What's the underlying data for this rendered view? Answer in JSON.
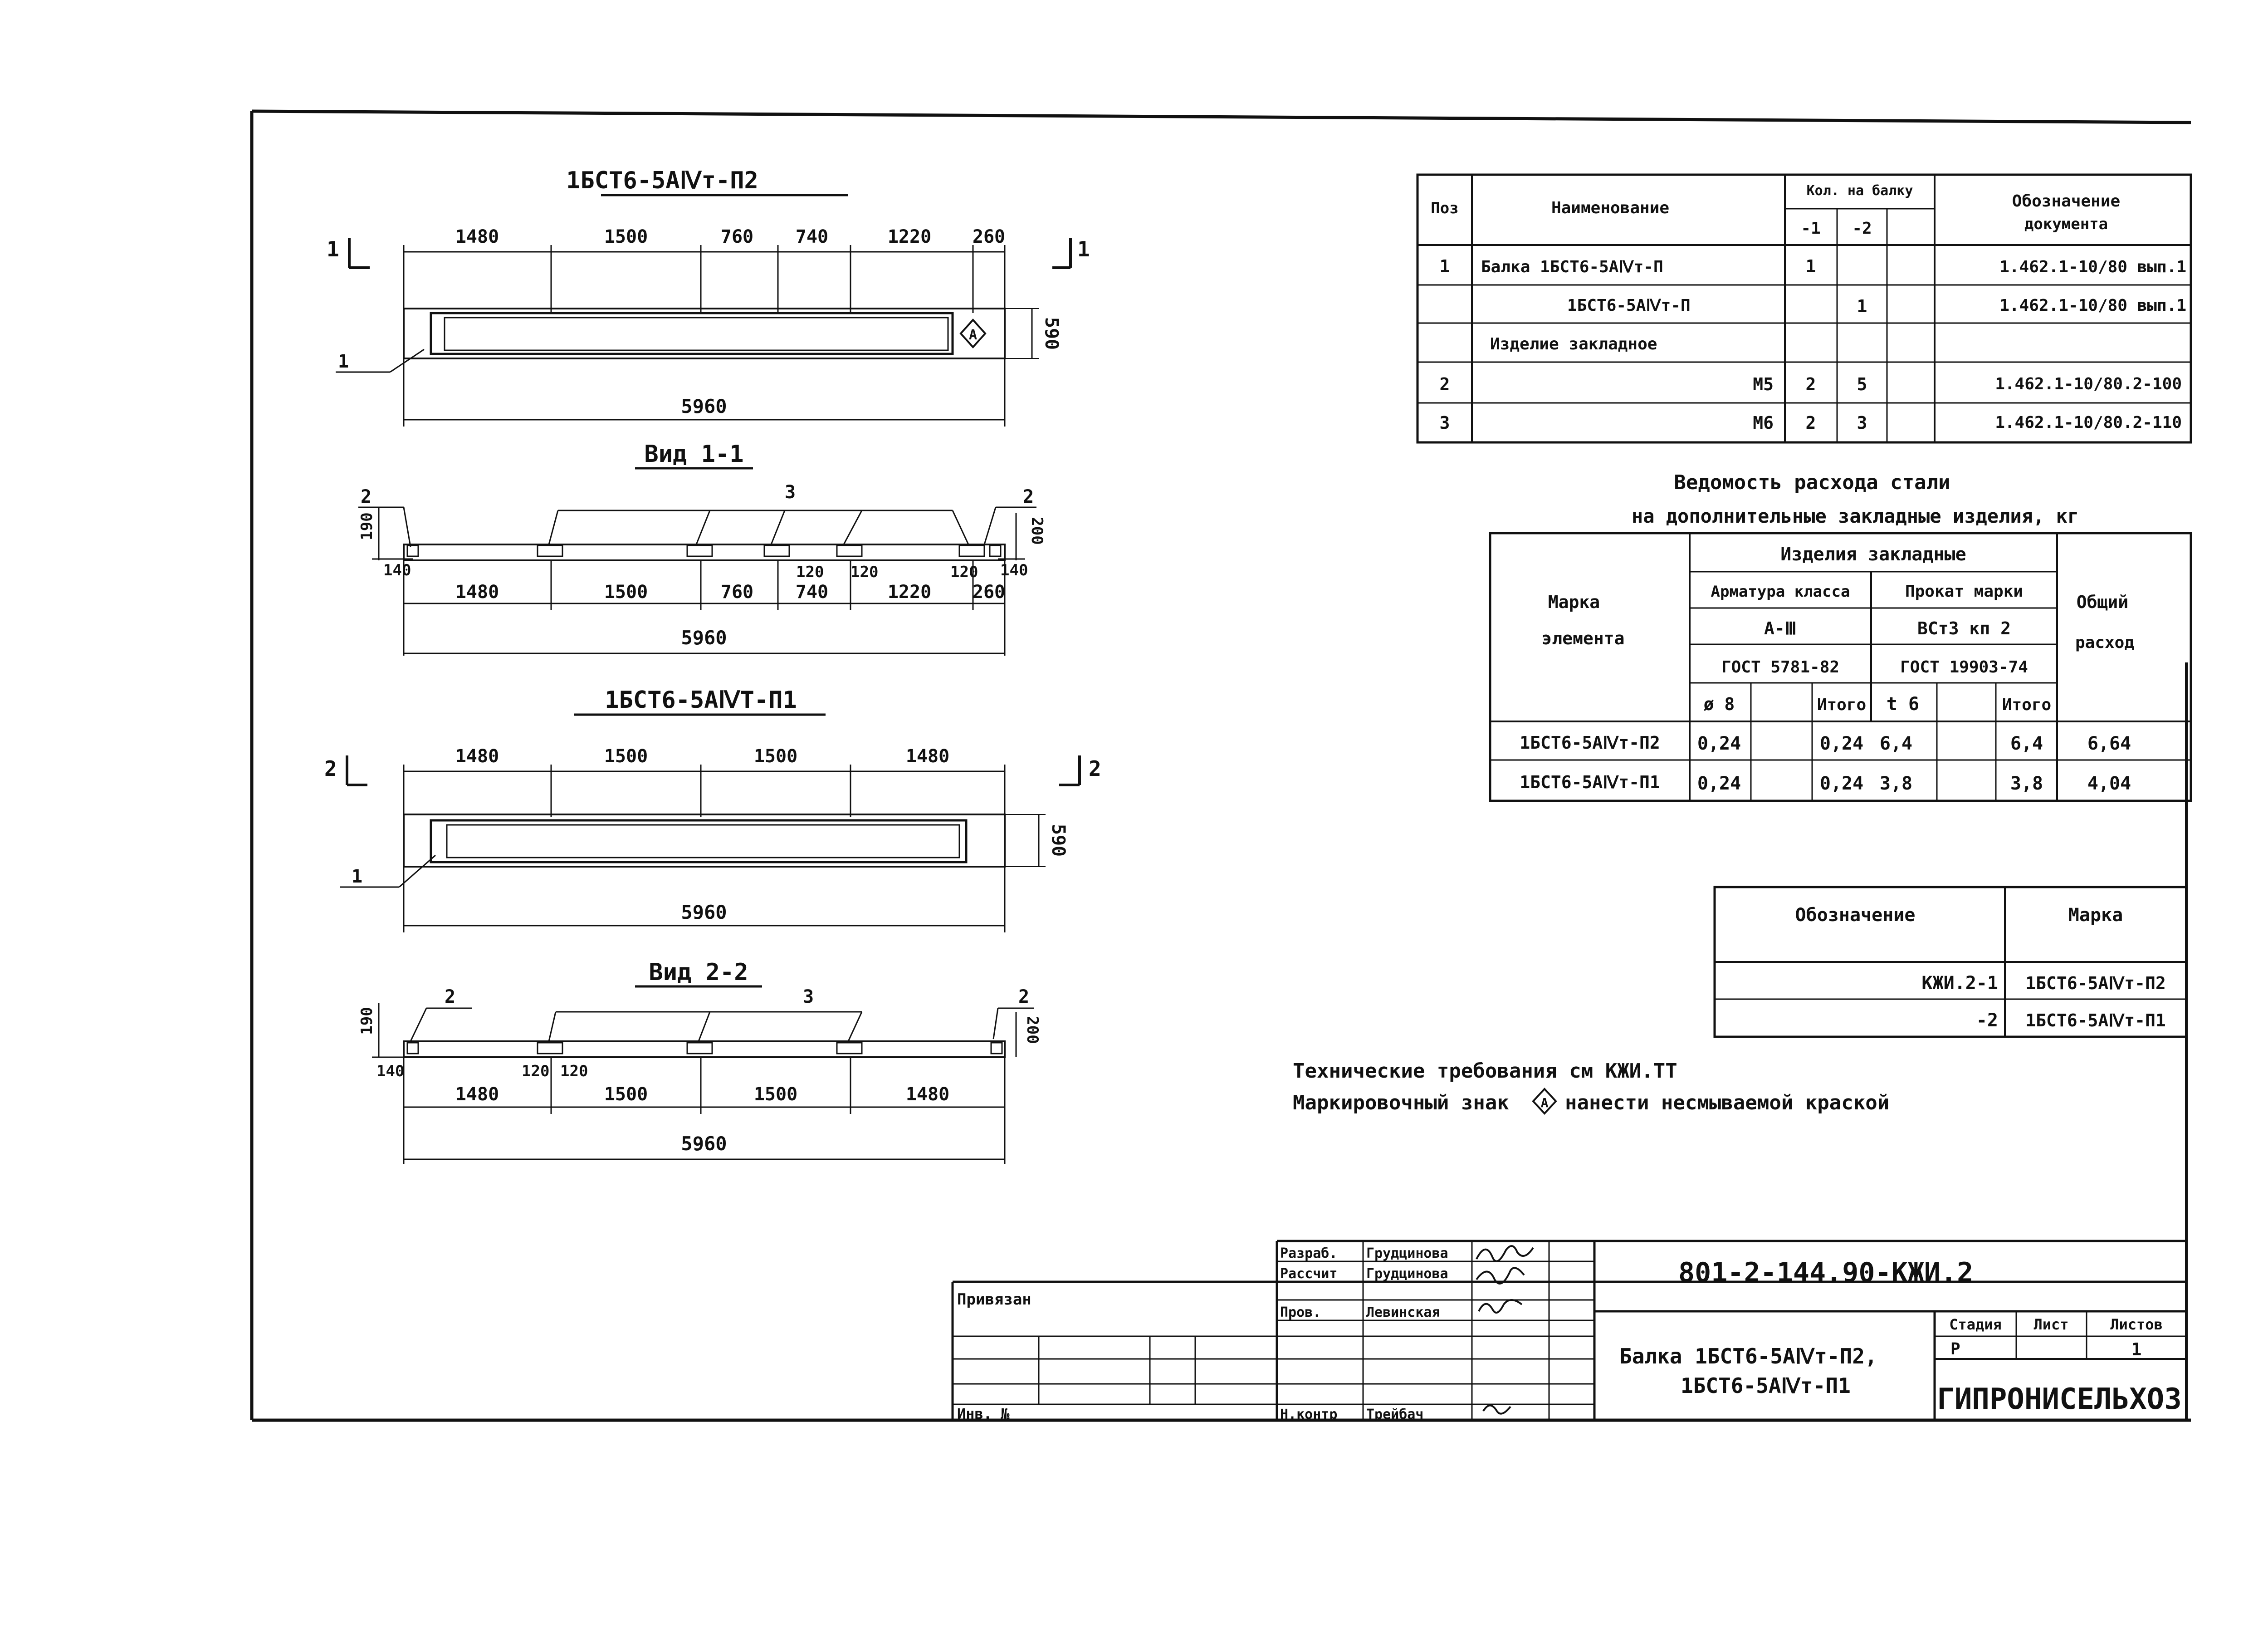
{
  "views": {
    "v1_title": "1БСТ6-5АⅣт-П2",
    "v1_dims": [
      "1480",
      "1500",
      "760",
      "740",
      "1220",
      "260"
    ],
    "v1_total": "5960",
    "v1_height": "590",
    "v1_section_marks": [
      "1",
      "1"
    ],
    "v1_pos": "1",
    "sec1_title": "Вид 1-1",
    "sec1_dims": [
      "1480",
      "1500",
      "760",
      "740",
      "1220",
      "260"
    ],
    "sec1_total": "5960",
    "sec1_left_off": "140",
    "sec1_h190": "190",
    "sec1_h200": "200",
    "sec1_120": [
      "120",
      "120",
      "120"
    ],
    "sec1_pos": [
      "2",
      "3",
      "2"
    ],
    "v2_title": "1БСТ6-5АⅣТ-П1",
    "v2_dims": [
      "1480",
      "1500",
      "1500",
      "1480"
    ],
    "v2_total": "5960",
    "v2_height": "590",
    "v2_section_marks": [
      "2",
      "2"
    ],
    "v2_pos": "1",
    "sec2_title": "Вид 2-2",
    "sec2_dims": [
      "1480",
      "1500",
      "1500",
      "1480"
    ],
    "sec2_total": "5960",
    "sec2_left_off": "140",
    "sec2_h190": "190",
    "sec2_h200": "200",
    "sec2_120": [
      "120",
      "120"
    ],
    "sec2_pos": [
      "2",
      "3",
      "2"
    ]
  },
  "spec": {
    "h_pos": "Поз",
    "h_name": "Наименование",
    "h_qty": "Кол. на балку",
    "h_q1": "-1",
    "h_q2": "-2",
    "h_doc1": "Обозначение",
    "h_doc2": "документа",
    "rows": [
      {
        "pos": "1",
        "name": "Балка 1БСТ6-5АⅣт-П",
        "q1": "1",
        "q2": "",
        "doc": "1.462.1-10/80 вып.1"
      },
      {
        "pos": "",
        "name": "1БСТ6-5АⅣт-П",
        "q1": "",
        "q2": "1",
        "doc": "1.462.1-10/80 вып.1"
      },
      {
        "pos": "",
        "name": "Изделие закладное",
        "q1": "",
        "q2": "",
        "doc": ""
      },
      {
        "pos": "2",
        "name": "М5",
        "q1": "2",
        "q2": "5",
        "doc": "1.462.1-10/80.2-100"
      },
      {
        "pos": "3",
        "name": "М6",
        "q1": "2",
        "q2": "3",
        "doc": "1.462.1-10/80.2-110"
      }
    ]
  },
  "steel": {
    "title1": "Ведомость расхода стали",
    "title2": "на дополнительные закладные изделия, кг",
    "h_mark1": "Марка",
    "h_mark2": "элемента",
    "h_izd": "Изделия закладные",
    "h_arm": "Арматура класса",
    "h_arm_cls": "А-Ⅲ",
    "h_arm_gost": "ГОСТ 5781-82",
    "h_prokat": "Прокат марки",
    "h_prokat_cls": "ВСт3 кп 2",
    "h_prokat_gost": "ГОСТ 19903-74",
    "h_total1": "Общий",
    "h_total2": "расход",
    "h_d8": "ø 8",
    "h_itogo1": "Итого",
    "h_t6": "t 6",
    "h_itogo2": "Итого",
    "rows": [
      {
        "mark": "1БСТ6-5АⅣт-П2",
        "d8": "0,24",
        "it1": "0,24",
        "t6": "6,4",
        "it2": "6,4",
        "tot": "6,64"
      },
      {
        "mark": "1БСТ6-5АⅣт-П1",
        "d8": "0,24",
        "it1": "0,24",
        "t6": "3,8",
        "it2": "3,8",
        "tot": "4,04"
      }
    ]
  },
  "oboz": {
    "h_oboz": "Обозначение",
    "h_mark": "Марка",
    "rows": [
      {
        "oboz": "КЖИ.2-1",
        "mark": "1БСТ6-5АⅣт-П2"
      },
      {
        "oboz": "-2",
        "mark": "1БСТ6-5АⅣт-П1"
      }
    ]
  },
  "notes": {
    "line1": "Технические требования см КЖИ.ТТ",
    "line2a": "Маркировочный знак",
    "line2b": "нанести несмываемой краской"
  },
  "stamp": {
    "privyazan": "Привязан",
    "inv": "Инв. №",
    "roles": [
      "Разраб.",
      "Рассчит",
      "Пров.",
      "Н.контр"
    ],
    "names": [
      "Грудцинова",
      "Грудцинова",
      "Левинская",
      "Трейбач"
    ],
    "code": "801-2-144.90-КЖИ.2",
    "title1": "Балка 1БСТ6-5АⅣт-П2,",
    "title2": "1БСТ6-5АⅣт-П1",
    "stadia": "Стадия",
    "list": "Лист",
    "listov": "Листов",
    "stadia_val": "Р",
    "listov_val": "1",
    "org": "ГИПРОНИСЕЛЬХОЗ"
  }
}
